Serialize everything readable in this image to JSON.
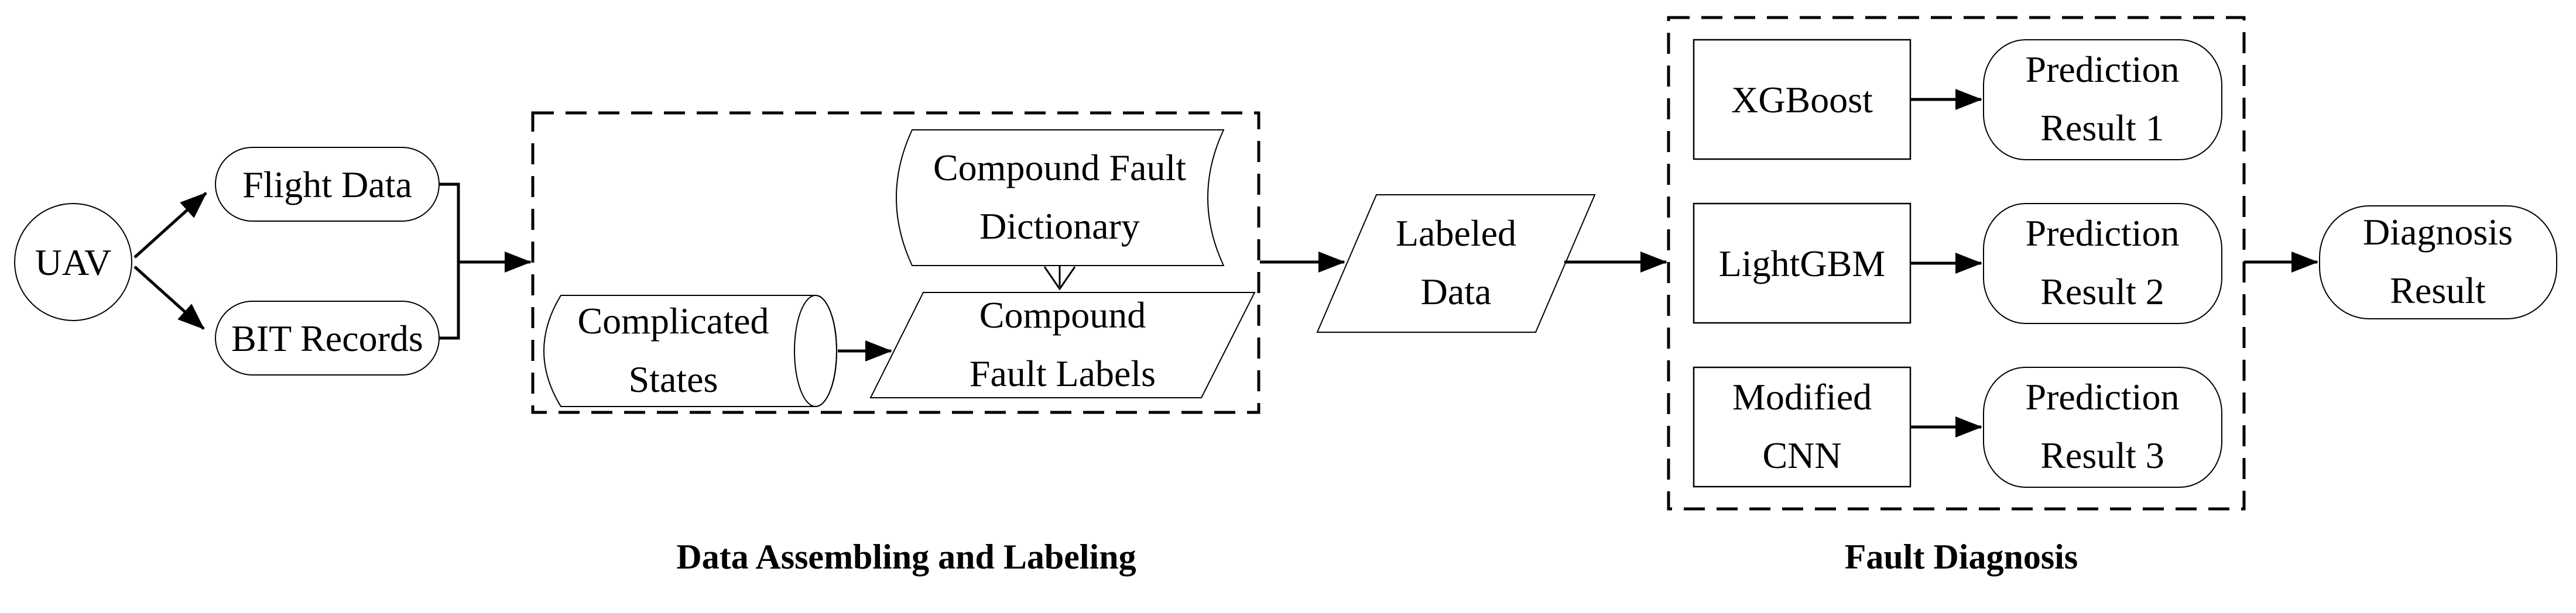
{
  "diagram": {
    "title_hint": "UAV compound fault diagnosis flowchart",
    "colors": {
      "ink": "#000000",
      "paper": "#ffffff"
    },
    "nodes": {
      "uav": {
        "label": "UAV"
      },
      "flight_data": {
        "label": "Flight Data"
      },
      "bit_records": {
        "label": "BIT Records"
      },
      "complicated_states": {
        "lines": [
          "Complicated",
          "States"
        ]
      },
      "compound_fault_dictionary": {
        "lines": [
          "Compound Fault",
          "Dictionary"
        ]
      },
      "compound_fault_labels": {
        "lines": [
          "Compound",
          "Fault Labels"
        ]
      },
      "labeled_data": {
        "lines": [
          "Labeled",
          "Data"
        ]
      },
      "xgboost": {
        "label": "XGBoost"
      },
      "lightgbm": {
        "label": "LightGBM"
      },
      "modified_cnn": {
        "lines": [
          "Modified",
          "CNN"
        ]
      },
      "prediction_result_1": {
        "lines": [
          "Prediction",
          "Result 1"
        ]
      },
      "prediction_result_2": {
        "lines": [
          "Prediction",
          "Result 2"
        ]
      },
      "prediction_result_3": {
        "lines": [
          "Prediction",
          "Result 3"
        ]
      },
      "diagnosis_result": {
        "lines": [
          "Diagnosis",
          "Result"
        ]
      }
    },
    "captions": {
      "data_assembling": "Data Assembling and Labeling",
      "fault_diagnosis": "Fault Diagnosis"
    }
  }
}
